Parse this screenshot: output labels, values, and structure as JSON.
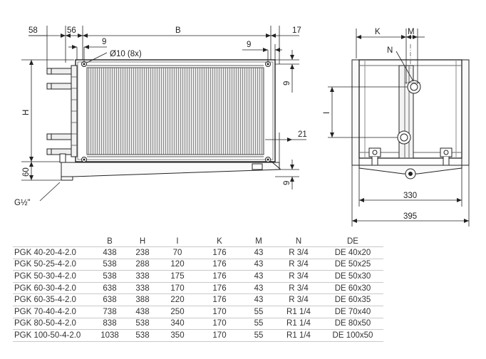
{
  "front_view": {
    "dim_58": "58",
    "dim_56": "56",
    "dim_B": "B",
    "dim_17": "17",
    "dim_9_top_left": "9",
    "hole_note": "Ø10 (8x)",
    "dim_9_top_right": "9",
    "dim_9_side": "9",
    "dim_H": "H",
    "dim_21": "21",
    "dim_60": "60",
    "dim_9_bottom": "9",
    "thread_note": "G½\""
  },
  "side_view": {
    "dim_K": "K",
    "dim_M": "M",
    "label_N": "N",
    "dim_I": "I",
    "dim_330": "330",
    "dim_395": "395"
  },
  "table": {
    "headers": [
      "",
      "B",
      "H",
      "I",
      "K",
      "M",
      "N",
      "DE"
    ],
    "rows": [
      [
        "PGK 40-20-4-2.0",
        "438",
        "238",
        "70",
        "176",
        "43",
        "R 3/4",
        "DE 40x20"
      ],
      [
        "PGK 50-25-4-2.0",
        "538",
        "288",
        "120",
        "176",
        "43",
        "R 3/4",
        "DE 50x25"
      ],
      [
        "PGK 50-30-4-2.0",
        "538",
        "338",
        "175",
        "176",
        "43",
        "R 3/4",
        "DE 50x30"
      ],
      [
        "PGK 60-30-4-2.0",
        "638",
        "338",
        "170",
        "176",
        "43",
        "R 3/4",
        "DE 60x30"
      ],
      [
        "PGK 60-35-4-2.0",
        "638",
        "388",
        "220",
        "176",
        "43",
        "R 3/4",
        "DE 60x35"
      ],
      [
        "PGK 70-40-4-2.0",
        "738",
        "438",
        "250",
        "170",
        "55",
        "R1 1/4",
        "DE 70x40"
      ],
      [
        "PGK 80-50-4-2.0",
        "838",
        "538",
        "340",
        "170",
        "55",
        "R1 1/4",
        "DE 80x50"
      ],
      [
        "PGK 100-50-4-2.0",
        "1038",
        "538",
        "350",
        "170",
        "55",
        "R1 1/4",
        "DE 100x50"
      ]
    ]
  }
}
